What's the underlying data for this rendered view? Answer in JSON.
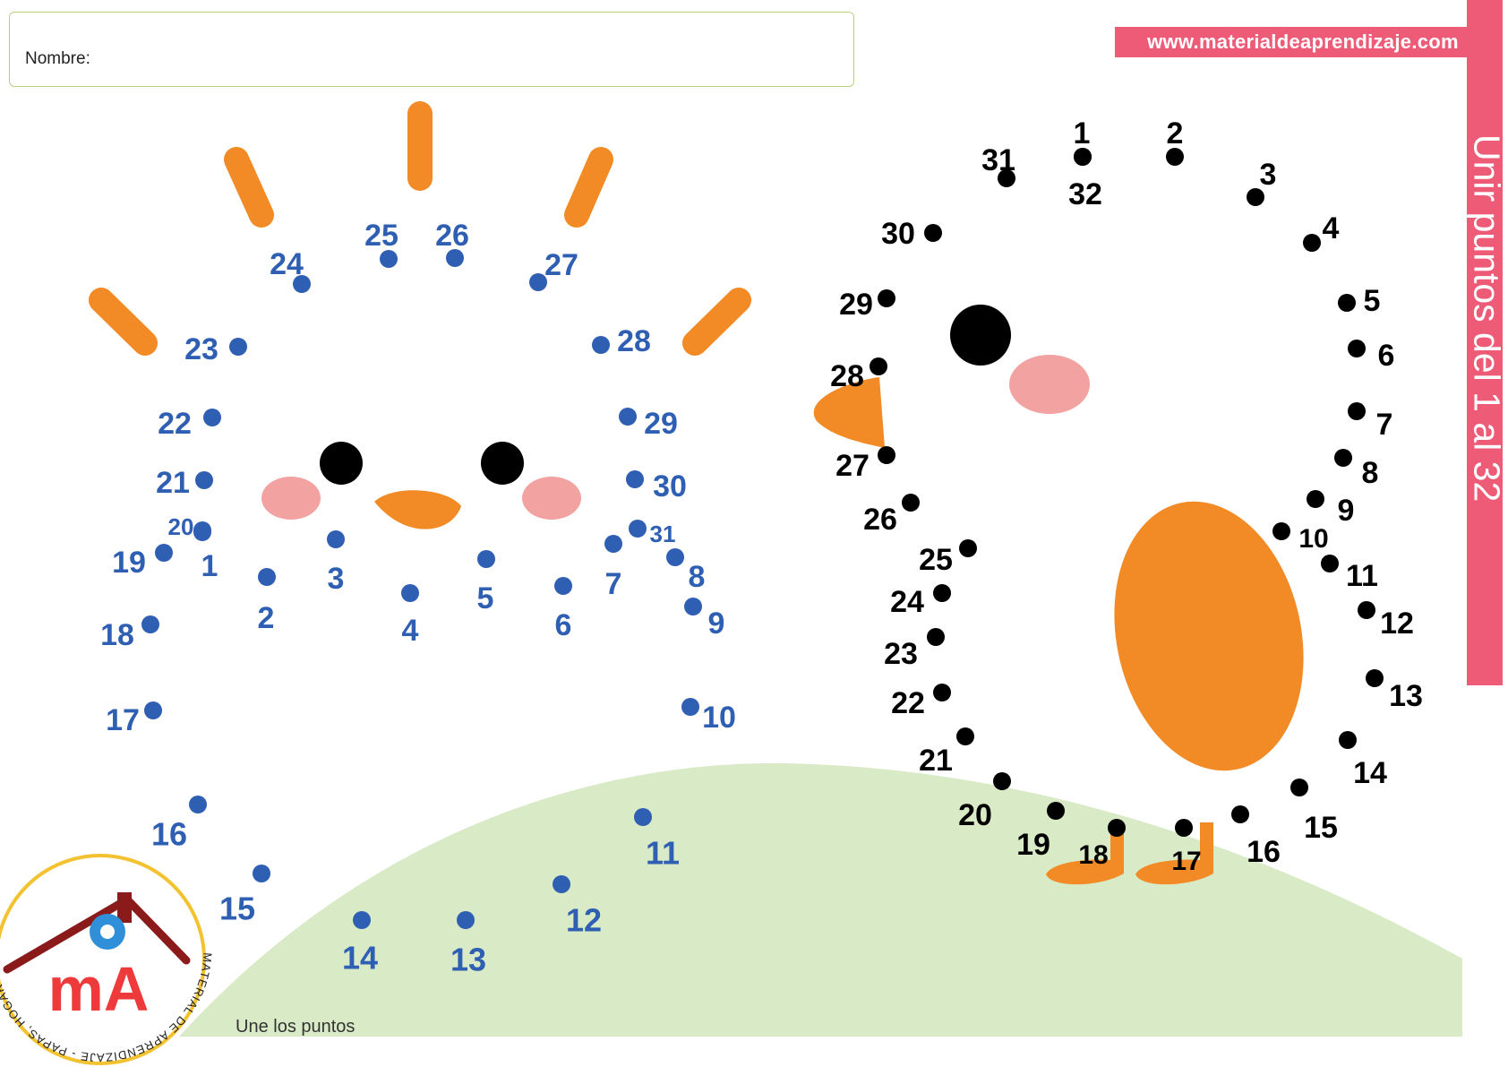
{
  "header": {
    "name_label": "Nombre:",
    "website": "www.materialdeaprendizaje.com",
    "title": "Unir puntos del 1 al 32"
  },
  "footer": {
    "instruction": "Une los puntos"
  },
  "logo": {
    "letters": "mA",
    "ring_text": "MATERIAL DE APRENDIZAJE - PAPAS, HOGAR Y ESCUELA"
  },
  "colors": {
    "accent_pink": "#ee5b77",
    "dot_blue": "#2f5fb3",
    "dot_black": "#000000",
    "orange": "#f28a25",
    "cheek_pink": "#f2a2a0",
    "hill_green": "#d9eac6",
    "box_border": "#b7d37a"
  },
  "left_puzzle": {
    "dots": [
      {
        "n": 1
      },
      {
        "n": 2
      },
      {
        "n": 3
      },
      {
        "n": 4
      },
      {
        "n": 5
      },
      {
        "n": 6
      },
      {
        "n": 7
      },
      {
        "n": 8
      },
      {
        "n": 9
      },
      {
        "n": 10
      },
      {
        "n": 11
      },
      {
        "n": 12
      },
      {
        "n": 13
      },
      {
        "n": 14
      },
      {
        "n": 15
      },
      {
        "n": 16
      },
      {
        "n": 17
      },
      {
        "n": 18
      },
      {
        "n": 19
      },
      {
        "n": 20
      },
      {
        "n": 21
      },
      {
        "n": 22
      },
      {
        "n": 23
      },
      {
        "n": 24
      },
      {
        "n": 25
      },
      {
        "n": 26
      },
      {
        "n": 27
      },
      {
        "n": 28
      },
      {
        "n": 29
      },
      {
        "n": 30
      },
      {
        "n": 31
      }
    ]
  },
  "right_puzzle": {
    "dots": [
      {
        "n": 1
      },
      {
        "n": 2
      },
      {
        "n": 3
      },
      {
        "n": 4
      },
      {
        "n": 5
      },
      {
        "n": 6
      },
      {
        "n": 7
      },
      {
        "n": 8
      },
      {
        "n": 9
      },
      {
        "n": 10
      },
      {
        "n": 11
      },
      {
        "n": 12
      },
      {
        "n": 13
      },
      {
        "n": 14
      },
      {
        "n": 15
      },
      {
        "n": 16
      },
      {
        "n": 17
      },
      {
        "n": 18
      },
      {
        "n": 19
      },
      {
        "n": 20
      },
      {
        "n": 21
      },
      {
        "n": 22
      },
      {
        "n": 23
      },
      {
        "n": 24
      },
      {
        "n": 25
      },
      {
        "n": 26
      },
      {
        "n": 27
      },
      {
        "n": 28
      },
      {
        "n": 29
      },
      {
        "n": 30
      },
      {
        "n": 31
      },
      {
        "n": 32
      }
    ]
  }
}
